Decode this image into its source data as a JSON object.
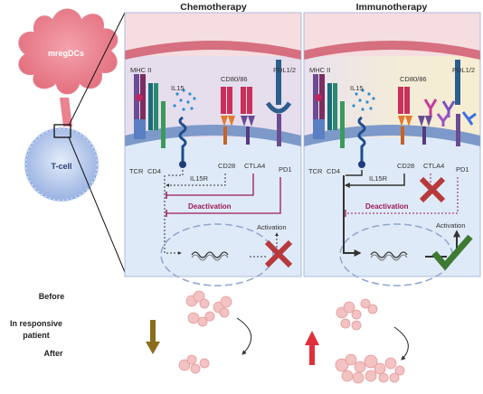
{
  "panels": {
    "chemo_title": "Chemotherapy",
    "immuno_title": "Immunotherapy"
  },
  "cells": {
    "dc": "mregDCs",
    "tcell": "T-cell"
  },
  "molecules": {
    "mhc": "MHC II",
    "pdl": "PDL1/2",
    "cd80": "CD80/86",
    "il15": "IL15",
    "tcr": "TCR",
    "cd4": "CD4",
    "il15r": "IL15R",
    "cd28": "CD28",
    "ctla4": "CTLA4",
    "pd1": "PD1"
  },
  "labels": {
    "deactivation": "Deactivation",
    "activation": "Activation"
  },
  "bottom": {
    "before": "Before",
    "responsive_line1": "In responsive",
    "responsive_line2": "patient",
    "after": "After"
  },
  "colors": {
    "deactivation": "#9b1a52",
    "cross": "#b73a3a",
    "check": "#3f7a32",
    "decrease_arrow": "#8a6d1c",
    "increase_arrow": "#e0303a"
  }
}
